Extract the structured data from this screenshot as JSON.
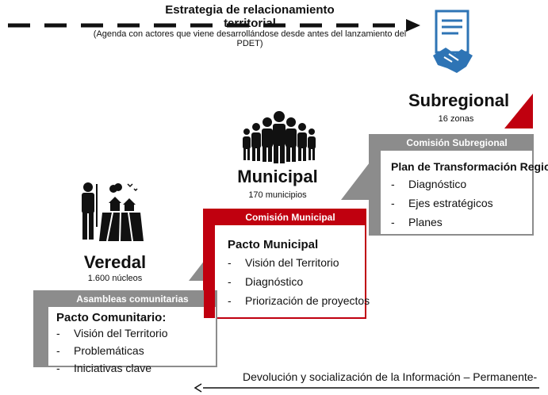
{
  "top_arrow": {
    "title": "Estrategia de relacionamiento territorial",
    "subtitle": "(Agenda con actores que viene desarrollándose desde antes del lanzamiento del PDET)"
  },
  "stages": {
    "veredal": {
      "title": "Veredal",
      "subtitle": "1.600 núcleos",
      "band": "Asambleas comunitarias",
      "box_title": "Pacto Comunitario:",
      "items": [
        "Visión del Territorio",
        "Problemáticas",
        "Iniciativas clave"
      ]
    },
    "municipal": {
      "title": "Municipal",
      "subtitle": "170 municipios",
      "band": "Comisión Municipal",
      "box_title": "Pacto Municipal",
      "items": [
        "Visión del Territorio",
        "Diagnóstico",
        "Priorización de proyectos"
      ]
    },
    "subregional": {
      "title": "Subregional",
      "subtitle": "16 zonas",
      "band": "Comisión Subregional",
      "box_title": "Plan de Transformación Regional",
      "items": [
        "Diagnóstico",
        "Ejes estratégicos",
        "Planes"
      ]
    }
  },
  "bottom_arrow": {
    "text": "Devolución  y socialización de la Información – Permanente-"
  },
  "colors": {
    "gray": "#8c8c8c",
    "red": "#c0000f",
    "dark_icon": "#111111",
    "icon_blue": "#2e74b5"
  }
}
